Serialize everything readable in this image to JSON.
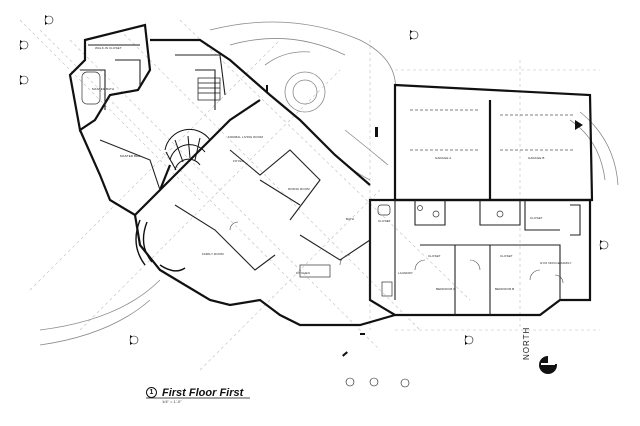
{
  "drawing": {
    "title": "First Floor First",
    "scale": "1/4\" = 1'-0\"",
    "view_number": "1",
    "north_label": "NORTH"
  },
  "rooms": {
    "walk_in_closet": "WALK-IN CLOSET",
    "master_bath": "MASTER BATH",
    "master_bed": "MASTER BED",
    "formal_living": "FORMAL LIVING ROOM",
    "foyer": "FOYER",
    "dining": "DINING ROOM",
    "family_room": "FAMILY ROOM",
    "kitchen": "KITCHEN",
    "garage_a": "GARAGE A",
    "garage_b": "GARAGE B",
    "bath": "BATH",
    "closet_1": "CLOSET",
    "closet_2": "CLOSET",
    "closet_3": "CLOSET",
    "closet_4": "CLOSET",
    "laundry": "LAUNDRY",
    "bedroom_a": "BEDROOM A",
    "bedroom_b": "BEDROOM B",
    "gym": "GYM OFFICE/FAMILY"
  }
}
